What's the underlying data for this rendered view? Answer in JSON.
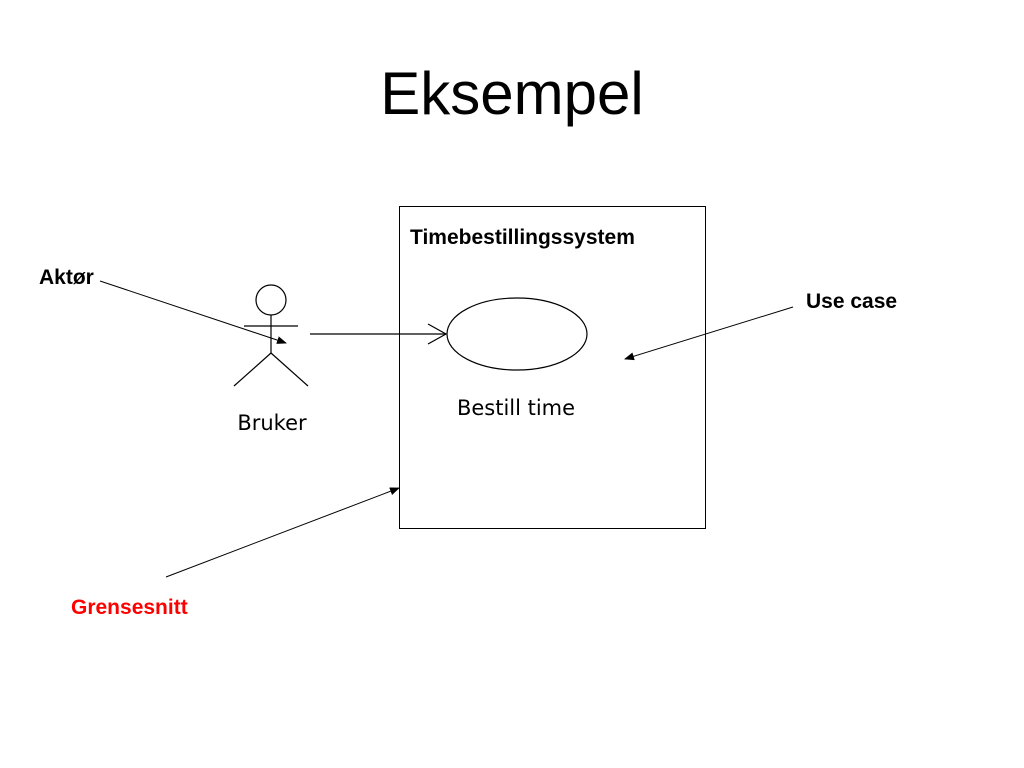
{
  "slide": {
    "title": "Eksempel"
  },
  "diagram": {
    "system_name": "Timebestillingssystem",
    "actor_name": "Bruker",
    "use_case_name": "Bestill time",
    "annotations": {
      "actor": "Aktør",
      "use_case": "Use case",
      "boundary": "Grensesnitt"
    }
  },
  "colors": {
    "text": "#000000",
    "boundary_annotation": "#ff0000",
    "background": "#ffffff"
  }
}
